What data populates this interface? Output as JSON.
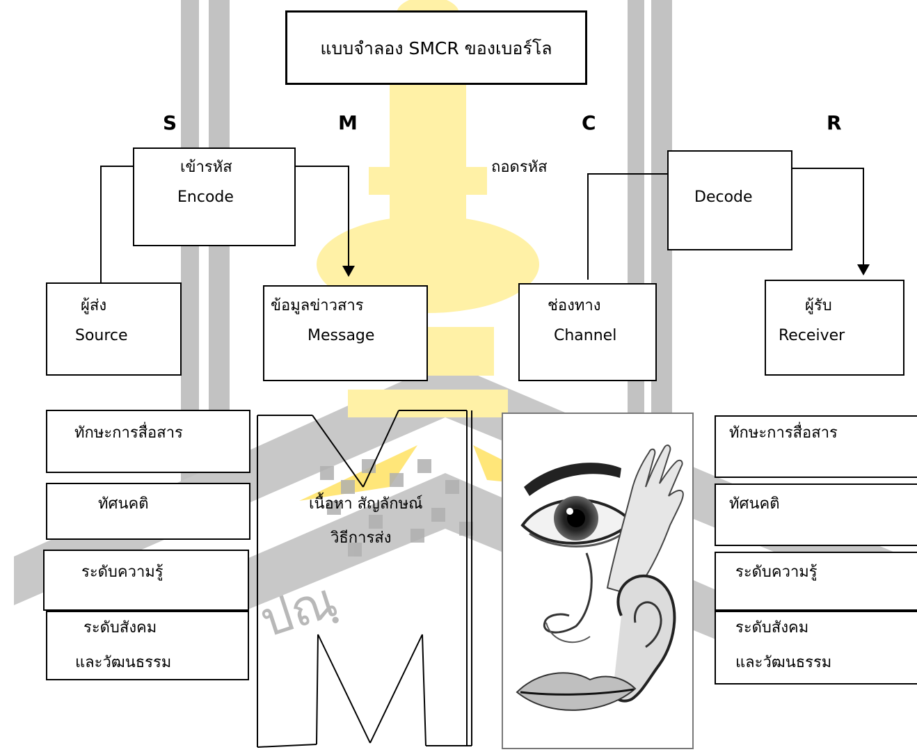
{
  "title": "แบบจำลอง SMCR ของเบอร์โล",
  "letters": {
    "s": "S",
    "m": "M",
    "c": "C",
    "r": "R"
  },
  "encode": {
    "thai": "เข้ารหัส",
    "en": "Encode"
  },
  "decode": {
    "thai": "ถอดรหัส",
    "en": "Decode"
  },
  "source": {
    "thai": "ผู้ส่ง",
    "en": "Source"
  },
  "message": {
    "thai": "ข้อมูลข่าวสาร",
    "en": "Message"
  },
  "channel": {
    "thai": "ช่องทาง",
    "en": "Channel"
  },
  "receiver": {
    "thai": "ผู้รับ",
    "en": "Receiver"
  },
  "source_factors": [
    "ทักษะการสื่อสาร",
    "ทัศนคติ",
    "ระดับความรู้",
    "ระดับสังคม",
    "และวัฒนธรรม"
  ],
  "receiver_factors": [
    "ทักษะการสื่อสาร",
    "ทัศนคติ",
    "ระดับความรู้",
    "ระดับสังคม",
    "และวัฒนธรรม"
  ],
  "message_content": {
    "line1": "เนื้อหา สัญลักษณ์",
    "line2": "วิธีการส่ง"
  },
  "colors": {
    "watermark_gray": "#bdbdbd",
    "watermark_yellow": "#ffe98a",
    "border": "#000000"
  },
  "icons": {
    "senses": "eye-ear-nose-mouth-hand-icon"
  }
}
